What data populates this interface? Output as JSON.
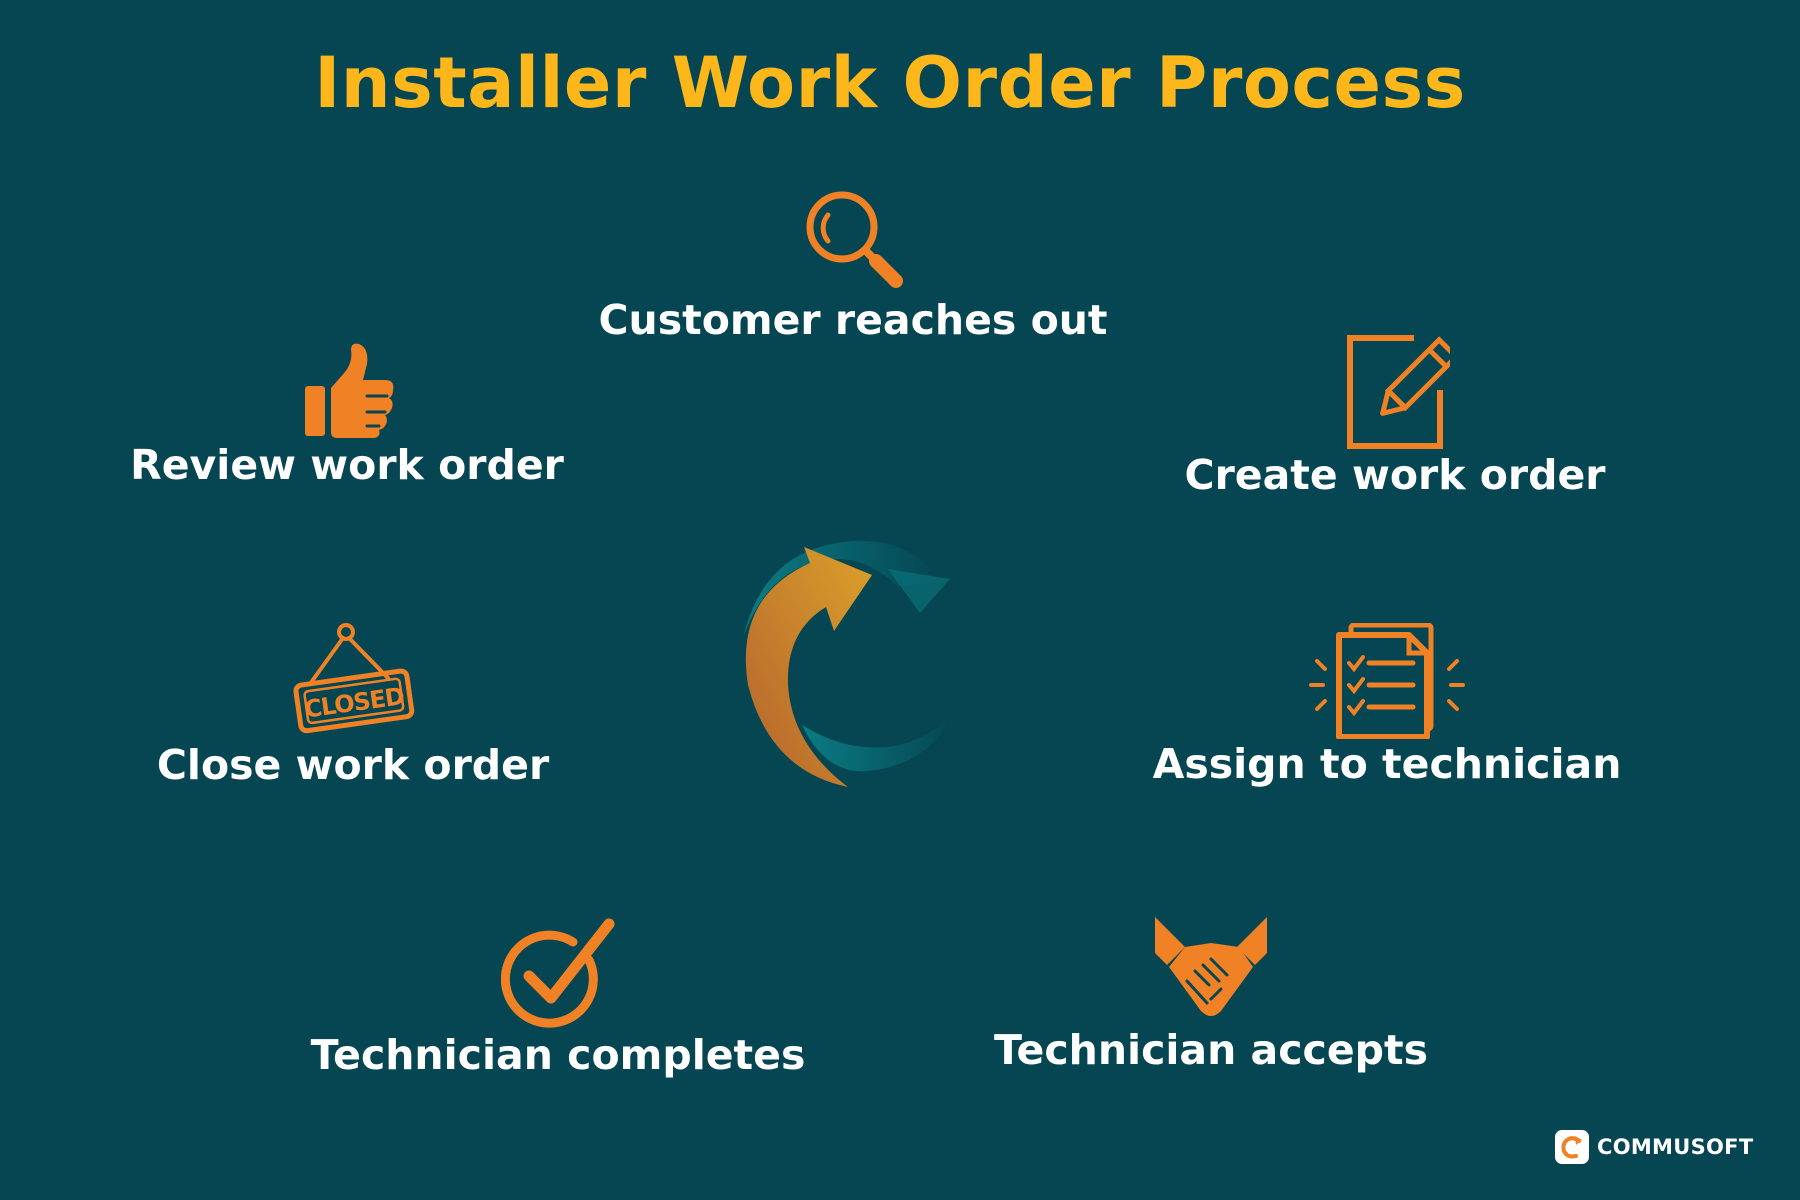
{
  "title": "Installer Work Order Process",
  "colors": {
    "background": "#054652",
    "title": "#FDB71A",
    "icon": "#F08125",
    "label": "#FFFFFF",
    "cycle_teal": "#0B6F78"
  },
  "steps": [
    {
      "label": "Customer reaches out",
      "icon": "magnifier-icon"
    },
    {
      "label": "Create work order",
      "icon": "document-pencil-icon"
    },
    {
      "label": "Assign to technician",
      "icon": "checklist-icon"
    },
    {
      "label": "Technician accepts",
      "icon": "handshake-icon"
    },
    {
      "label": "Technician completes",
      "icon": "circle-check-icon"
    },
    {
      "label": "Close work order",
      "icon": "closed-sign-icon"
    },
    {
      "label": "Review work order",
      "icon": "thumbs-up-icon"
    }
  ],
  "center": {
    "icon": "cycle-arrows-icon"
  },
  "brand": {
    "name": "COMMUSOFT",
    "icon": "commusoft-logo-icon"
  }
}
